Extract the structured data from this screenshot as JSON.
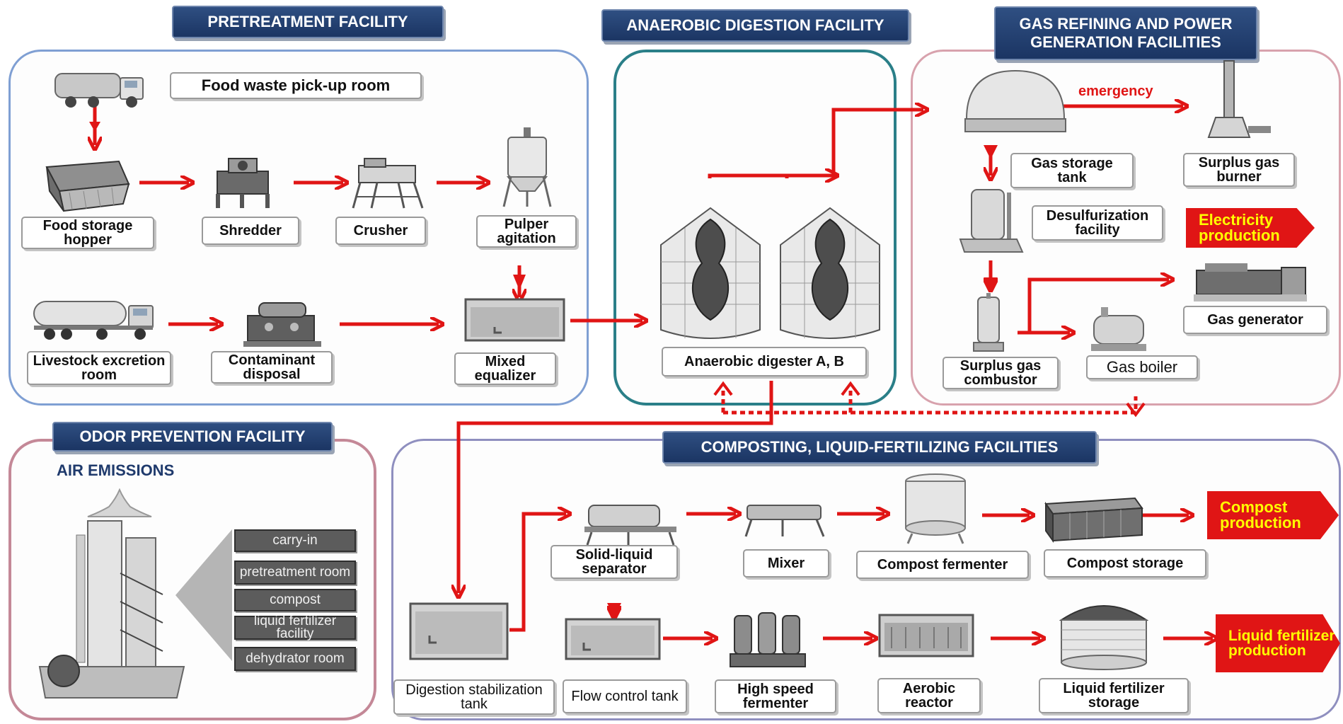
{
  "sections": {
    "pretreatment": "PRETREATMENT FACILITY",
    "anaerobic": "ANAEROBIC DIGESTION FACILITY",
    "gas": "GAS REFINING AND POWER GENERATION FACILITIES",
    "odor": "ODOR PREVENTION FACILITY",
    "composting": "COMPOSTING, LIQUID-FERTILIZING FACILITIES"
  },
  "labels": {
    "food_waste_pickup": "Food waste pick-up room",
    "food_storage_hopper": "Food storage hopper",
    "shredder": "Shredder",
    "crusher": "Crusher",
    "pulper_agitation": "Pulper agitation",
    "livestock_excretion": "Livestock excretion room",
    "contaminant_disposal": "Contaminant disposal",
    "mixed_equalizer": "Mixed equalizer",
    "anaerobic_digester": "Anaerobic digester A,  B",
    "gas_storage_tank": "Gas storage tank",
    "surplus_gas_burner": "Surplus gas burner",
    "desulfurization": "Desulfurization facility",
    "gas_generator": "Gas generator",
    "surplus_gas_combustor": "Surplus gas combustor",
    "gas_boiler": "Gas boiler",
    "solid_liquid_separator": "Solid-liquid separator",
    "mixer": "Mixer",
    "compost_fermenter": "Compost fermenter",
    "compost_storage": "Compost storage",
    "digestion_stabilization": "Digestion stabilization tank",
    "flow_control": "Flow control tank",
    "high_speed_fermenter": "High  speed fermenter",
    "aerobic_reactor": "Aerobic reactor",
    "liquid_fertilizer_storage": "Liquid fertilizer storage"
  },
  "outputs": {
    "electricity": "Electricity production",
    "compost": "Compost production",
    "liquid_fertilizer": "Liquid fertilizer production"
  },
  "emergency": "emergency",
  "odor": {
    "air_emissions": "AIR EMISSIONS",
    "sources": [
      "carry-in",
      "pretreatment room",
      "compost",
      "liquid fertilizer facility",
      "dehydrator room"
    ]
  },
  "colors": {
    "flow_arrow": "#e01515",
    "header_bg": "#1f3a6c",
    "pretreatment_border": "#7f9fd3",
    "anaerobic_border": "#2a7f88",
    "gas_border": "#d8a2ad",
    "odor_border": "#c48897",
    "composting_border": "#8f8fbf",
    "output_text": "#ffff00"
  },
  "icons": [
    "garbage-truck-icon",
    "hopper-icon",
    "shredder-icon",
    "crusher-icon",
    "pulper-tank-icon",
    "tanker-truck-icon",
    "contaminant-machine-icon",
    "equalizer-tank-icon",
    "digester-silo-icon",
    "gas-holder-dome-icon",
    "flare-stack-icon",
    "desulfurizer-icon",
    "combustor-icon",
    "boiler-icon",
    "generator-icon",
    "air-exhaust-icon",
    "odor-scrubber-tower-icon",
    "stabilization-tank-icon",
    "separator-icon",
    "mixer-icon",
    "fermenter-drum-icon",
    "compost-container-icon",
    "flow-control-tank-icon",
    "high-speed-fermenter-icon",
    "aerobic-reactor-icon",
    "fertilizer-storage-tank-icon"
  ]
}
